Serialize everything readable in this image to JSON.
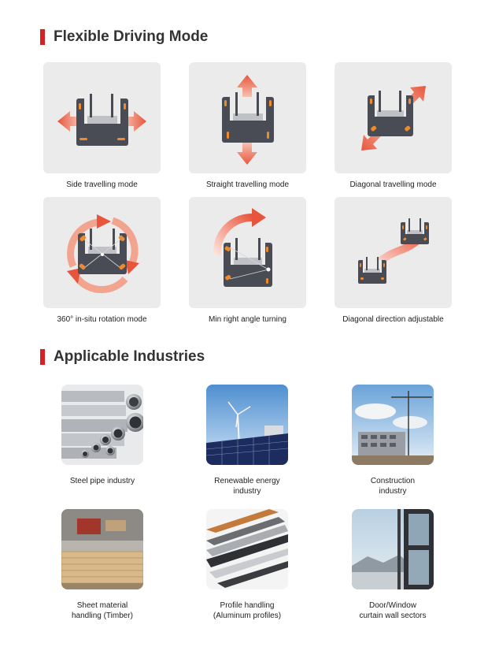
{
  "sections": {
    "driving_title": "Flexible Driving Mode",
    "industries_title": "Applicable Industries"
  },
  "modes": [
    {
      "label": "Side travelling mode"
    },
    {
      "label": "Straight travelling mode"
    },
    {
      "label": "Diagonal travelling mode"
    },
    {
      "label": "360° in-situ rotation mode"
    },
    {
      "label": "Min right angle turning"
    },
    {
      "label": "Diagonal direction adjustable"
    }
  ],
  "industries": [
    {
      "line1": "Steel pipe industry",
      "line2": ""
    },
    {
      "line1": "Renewable energy",
      "line2": "industry"
    },
    {
      "line1": "Construction",
      "line2": "industry"
    },
    {
      "line1": "Sheet material",
      "line2": "handling (Timber)"
    },
    {
      "line1": "Profile handling",
      "line2": "(Aluminum profiles)"
    },
    {
      "line1": "Door/Window",
      "line2": "curtain wall sectors"
    }
  ],
  "colors": {
    "accent": "#d71f26",
    "tile": "#ebebeb",
    "vehicle": "#4a4c55",
    "arrow": "#e8553d",
    "wheel": "#f08a2c"
  }
}
